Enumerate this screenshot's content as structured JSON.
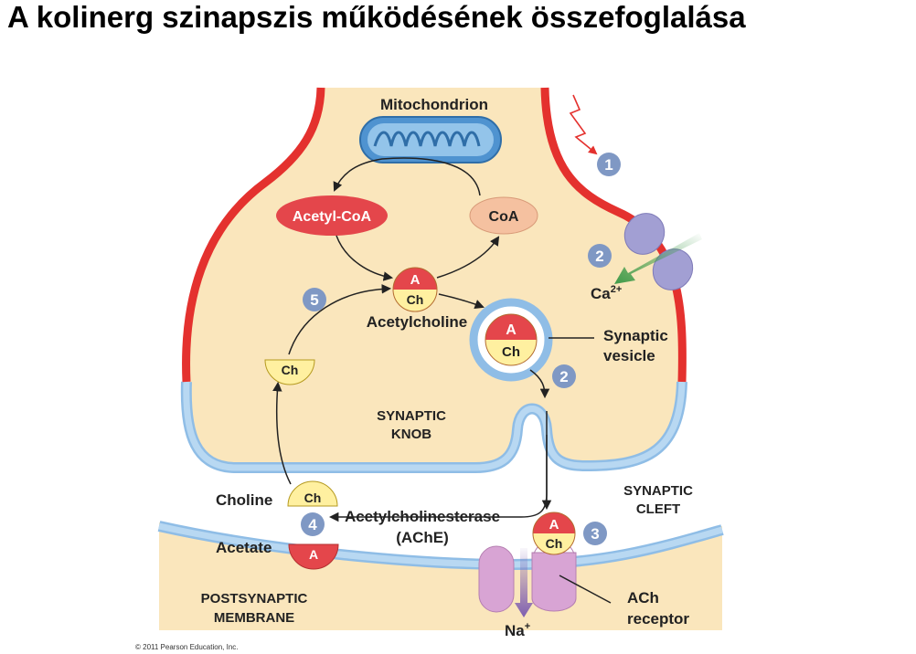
{
  "title": "A kolinerg szinapszis működésének összefoglalása",
  "diagram": {
    "mitochondrion": "Mitochondrion",
    "acetyl_coa": "Acetyl-CoA",
    "coa": "CoA",
    "acetylcholine": "Acetylcholine",
    "ach_a": "A",
    "ach_ch": "Ch",
    "synaptic_vesicle": [
      "Synaptic",
      "vesicle"
    ],
    "calcium": "Ca",
    "calcium_charge": "2+",
    "synaptic_knob": [
      "SYNAPTIC",
      "KNOB"
    ],
    "synaptic_cleft": [
      "SYNAPTIC",
      "CLEFT"
    ],
    "choline": "Choline",
    "acetate": "Acetate",
    "enzyme": [
      "Acetylcholinesterase",
      "(AChE)"
    ],
    "postsynaptic_membrane": [
      "POSTSYNAPTIC",
      "MEMBRANE"
    ],
    "ach_receptor": [
      "ACh",
      "receptor"
    ],
    "sodium": "Na",
    "sodium_charge": "+",
    "steps": [
      "1",
      "2",
      "2",
      "3",
      "4",
      "5"
    ]
  },
  "copyright": "© 2011 Pearson Education, Inc.",
  "colors": {
    "knob_fill": "#fae6bc",
    "membrane_red": "#e4312e",
    "membrane_blue": "#a7cfee",
    "step_badge": "#7f98c4",
    "acetyl_coa": "#e4464b",
    "coa": "#f5c1a0",
    "choline": "#fff0a0",
    "mitochondrion": "#4f93d0",
    "calcium_channel": "#a29fd3",
    "receptor": "#d8a4d4",
    "calcium_arrow": "#3e9a49",
    "sodium_arrow": "#7f5fb0"
  }
}
